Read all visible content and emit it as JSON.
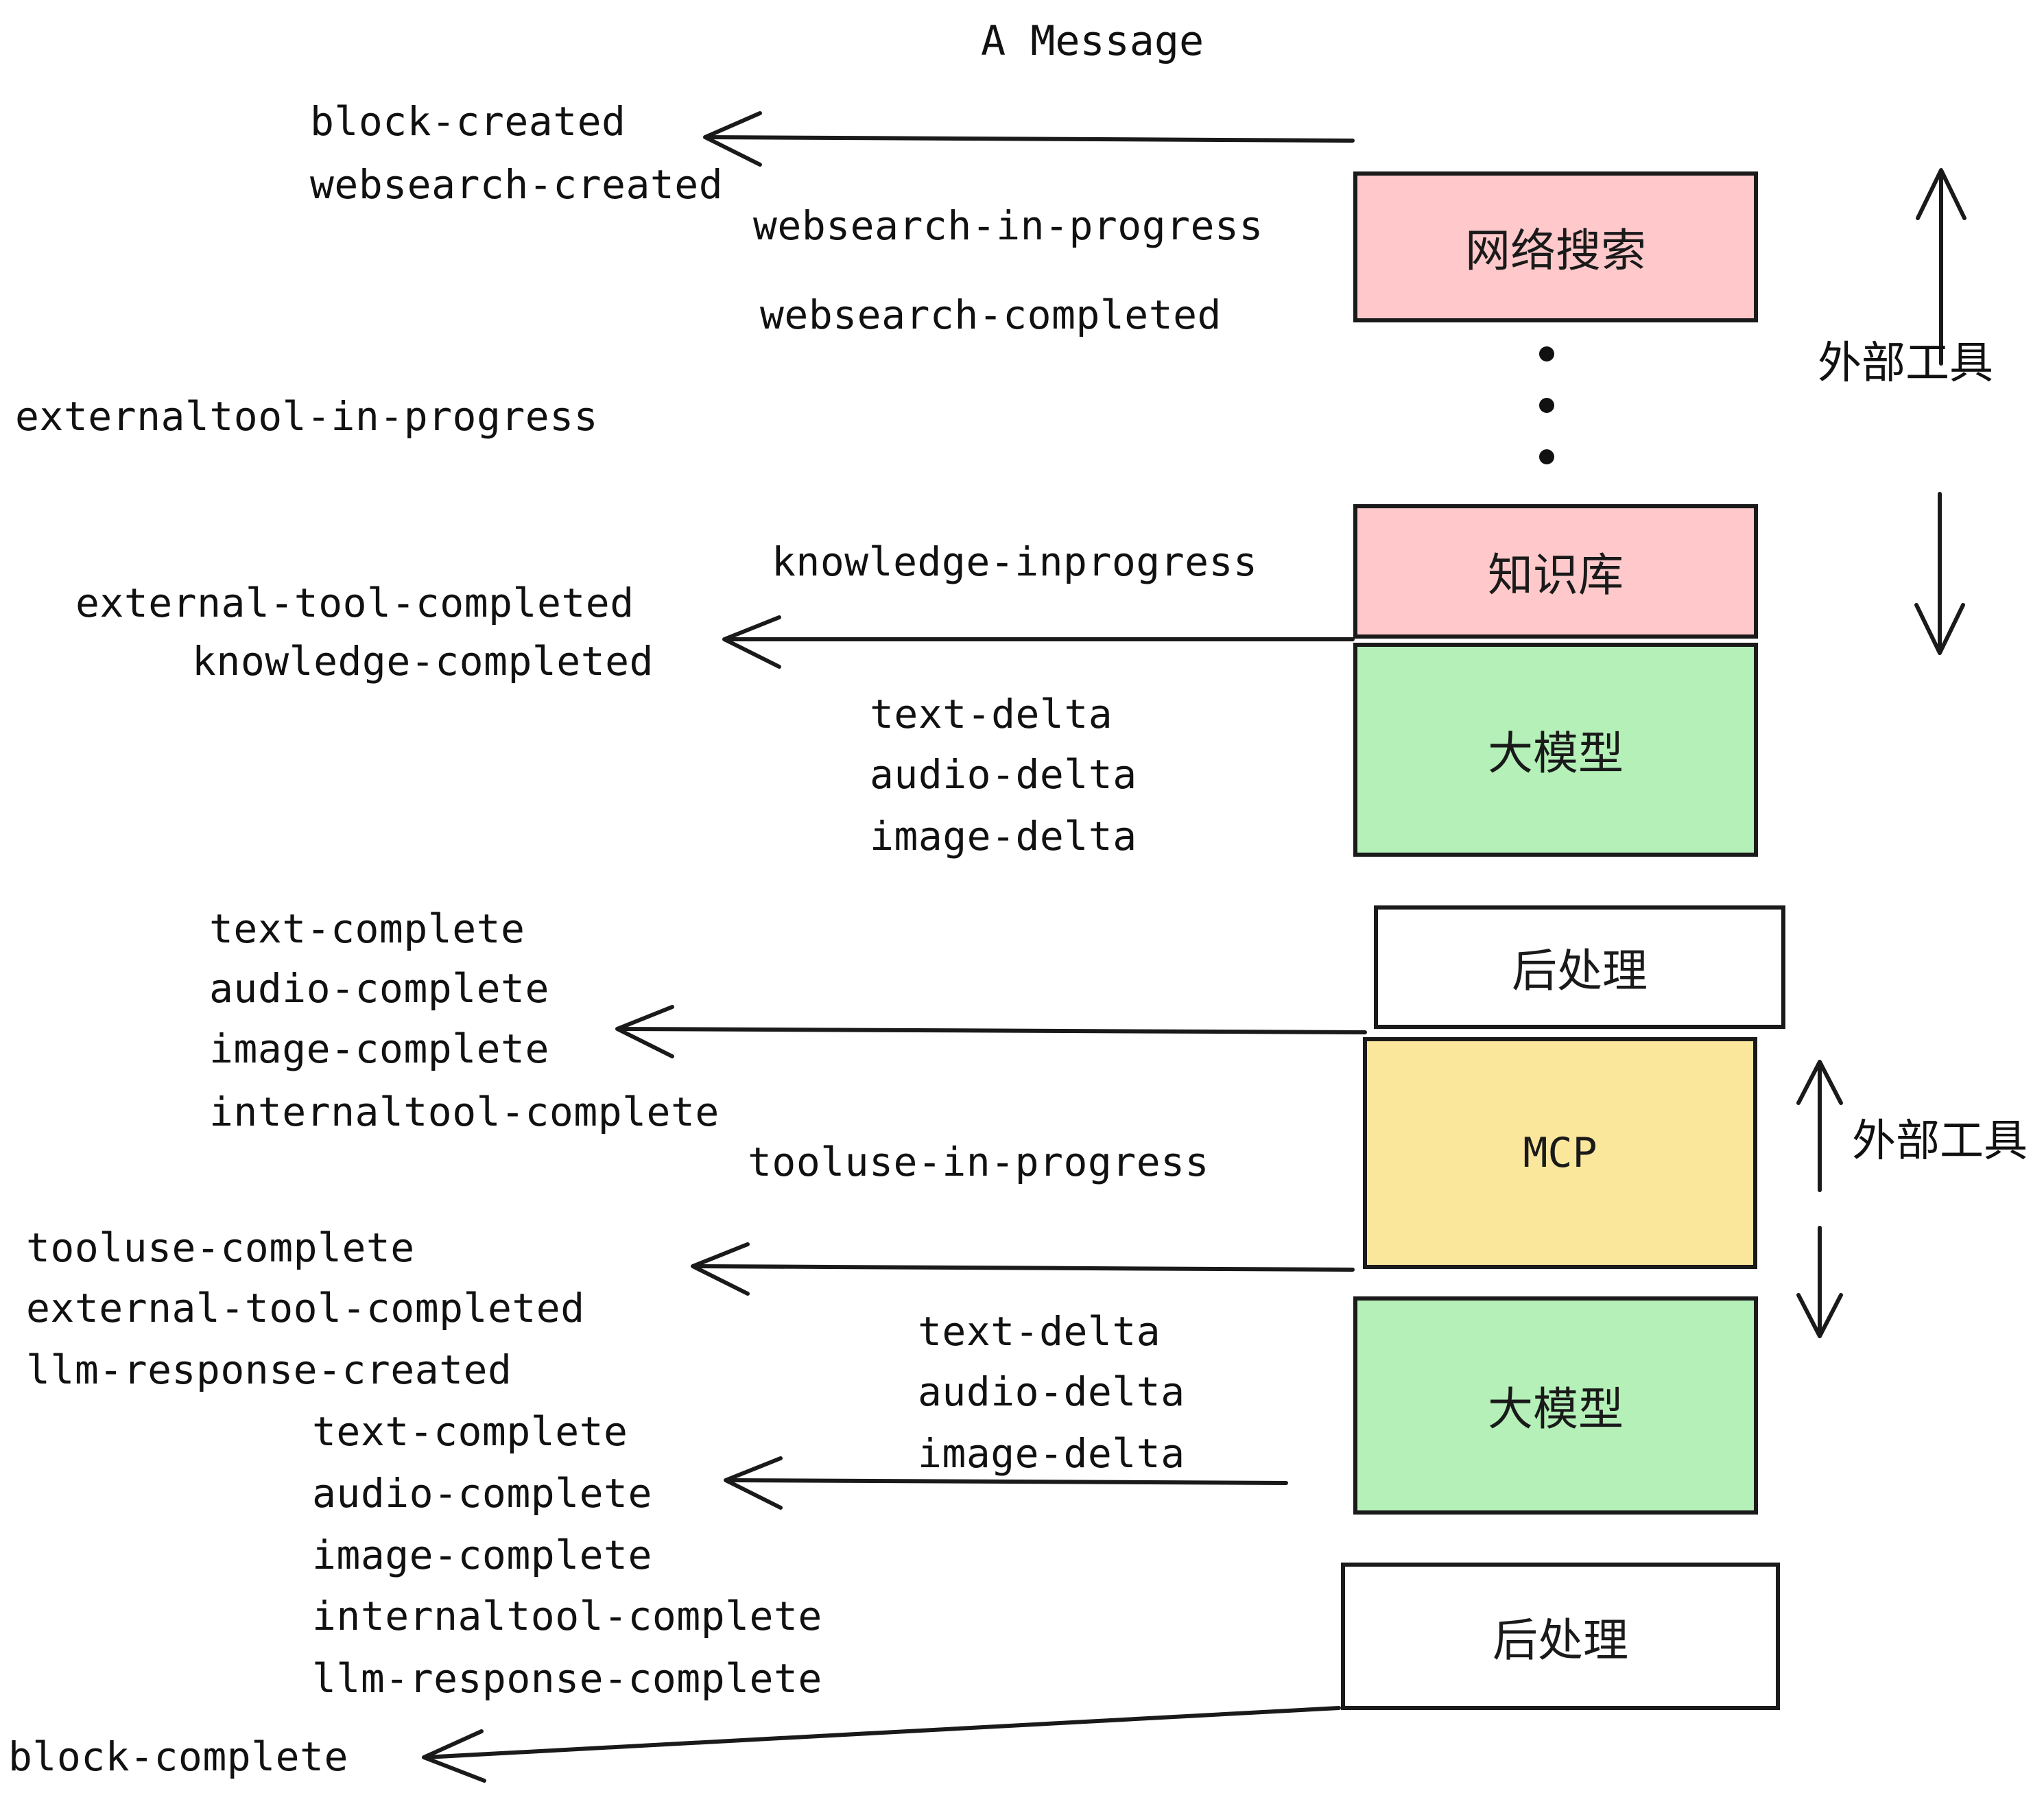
{
  "title": "A Message",
  "colors": {
    "pink": "#FFC9CB",
    "green": "#B4F0B8",
    "yellow": "#FBE79C",
    "white": "#FFFFFF",
    "stroke": "#1A1A1A",
    "text": "#111111"
  },
  "boxes": [
    {
      "id": "websearch",
      "label": "网络搜索",
      "fill": "#FFC9CB"
    },
    {
      "id": "knowledge",
      "label": "知识库",
      "fill": "#FFC9CB"
    },
    {
      "id": "llm-1",
      "label": "大模型",
      "fill": "#B4F0B8"
    },
    {
      "id": "postprocess-1",
      "label": "后处理",
      "fill": "#FFFFFF"
    },
    {
      "id": "mcp",
      "label": "MCP",
      "fill": "#FBE79C"
    },
    {
      "id": "llm-2",
      "label": "大模型",
      "fill": "#B4F0B8"
    },
    {
      "id": "postprocess-2",
      "label": "后处理",
      "fill": "#FFFFFF"
    }
  ],
  "brackets": [
    {
      "id": "external-tool-top",
      "label": "外部工具"
    },
    {
      "id": "external-tool-bottom",
      "label": "外部工具"
    }
  ],
  "events": {
    "block_created": "block-created",
    "websearch_created": "websearch-created",
    "websearch_in_progress": "websearch-in-progress",
    "websearch_completed": "websearch-completed",
    "externaltool_in_progress": "externaltool-in-progress",
    "knowledge_inprogress": "knowledge-inprogress",
    "external_tool_completed_1": "external-tool-completed",
    "knowledge_completed": "knowledge-completed",
    "text_delta_1": "text-delta",
    "audio_delta_1": "audio-delta",
    "image_delta_1": "image-delta",
    "text_complete_1": "text-complete",
    "audio_complete_1": "audio-complete",
    "image_complete_1": "image-complete",
    "internaltool_complete_1": "internaltool-complete",
    "tooluse_in_progress": "tooluse-in-progress",
    "tooluse_complete": "tooluse-complete",
    "external_tool_completed_2": "external-tool-completed",
    "llm_response_created": "llm-response-created",
    "text_delta_2": "text-delta",
    "audio_delta_2": "audio-delta",
    "image_delta_2": "image-delta",
    "text_complete_2": "text-complete",
    "audio_complete_2": "audio-complete",
    "image_complete_2": "image-complete",
    "internaltool_complete_2": "internaltool-complete",
    "llm_response_complete": "llm-response-complete",
    "block_complete": "block-complete"
  }
}
